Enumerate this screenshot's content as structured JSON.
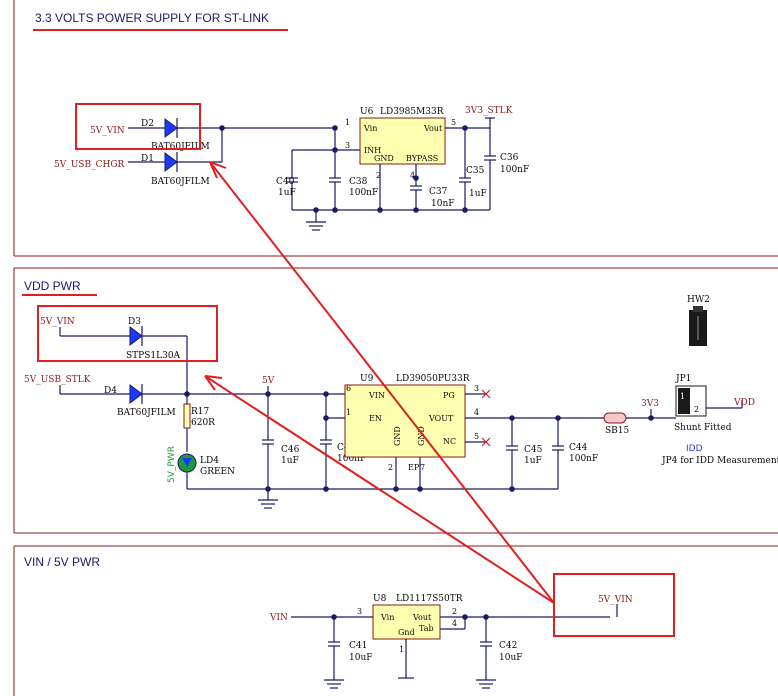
{
  "sections": {
    "stlink": {
      "title": "3.3 VOLTS POWER SUPPLY FOR ST-LINK"
    },
    "vdd": {
      "title": "VDD PWR"
    },
    "vin": {
      "title": "VIN / 5V PWR"
    }
  },
  "nets": {
    "5v_vin_top": "5V_VIN",
    "5v_usb_chgr": "5V_USB_CHGR",
    "3v3_stlk": "3V3_STLK",
    "5v_vin_mid": "5V_VIN",
    "5v_usb_stlk": "5V_USB_STLK",
    "5v": "5V",
    "3v3": "3V3",
    "vdd": "VDD",
    "vin": "VIN",
    "5v_vin_bot": "5V_VIN"
  },
  "components": {
    "d2": {
      "ref": "D2",
      "value": "BAT60JFILM"
    },
    "d1": {
      "ref": "D1",
      "value": "BAT60JFILM"
    },
    "u6": {
      "ref": "U6",
      "value": "LD3985M33R",
      "pins": {
        "vin": "Vin",
        "vout": "Vout",
        "inh": "INH",
        "gnd": "GND",
        "bypass": "BYPASS",
        "p1": "1",
        "p3": "3",
        "p5": "5",
        "p2": "2",
        "p4": "4"
      }
    },
    "c40": {
      "ref": "C40",
      "value": "1uF"
    },
    "c38": {
      "ref": "C38",
      "value": "100nF"
    },
    "c37": {
      "ref": "C37",
      "value": "10nF"
    },
    "c35": {
      "ref": "C35",
      "value": "1uF"
    },
    "c36": {
      "ref": "C36",
      "value": "100nF"
    },
    "d3": {
      "ref": "D3",
      "value": "STPS1L30A"
    },
    "d4": {
      "ref": "D4",
      "value": "BAT60JFILM"
    },
    "r17": {
      "ref": "R17",
      "value": "620R"
    },
    "ld4": {
      "ref": "LD4",
      "value": "GREEN",
      "side_label": "5V_PWR"
    },
    "c46": {
      "ref": "C46",
      "value": "1uF"
    },
    "c47": {
      "ref": "C47",
      "value": "100nF"
    },
    "u9": {
      "ref": "U9",
      "value": "LD39050PU33R",
      "pins": {
        "vin": "VIN",
        "en": "EN",
        "pg": "PG",
        "vout": "VOUT",
        "nc": "NC",
        "gnd1": "GND",
        "gnd2": "GND",
        "ep": "EP",
        "p6": "6",
        "p1": "1",
        "p3": "3",
        "p4": "4",
        "p5": "5",
        "p2": "2",
        "p7": "7"
      }
    },
    "c45": {
      "ref": "C45",
      "value": "1uF"
    },
    "c44": {
      "ref": "C44",
      "value": "100nF"
    },
    "sb15": {
      "ref": "SB15"
    },
    "jp1": {
      "ref": "JP1",
      "note": "Shunt Fitted",
      "p1": "1",
      "p2": "2"
    },
    "hw2": {
      "ref": "HW2"
    },
    "idd": {
      "label": "IDD",
      "desc": "JP4 for IDD Measurement"
    },
    "u8": {
      "ref": "U8",
      "value": "LD1117S50TR",
      "pins": {
        "vin": "Vin",
        "vout": "Vout",
        "gnd": "Gnd",
        "tab": "Tab",
        "p3": "3",
        "p2": "2",
        "p4": "4",
        "p1": "1"
      }
    },
    "c41": {
      "ref": "C41",
      "value": "10uF"
    },
    "c42": {
      "ref": "C42",
      "value": "10uF"
    }
  },
  "colors": {
    "wire": "#1a1a66",
    "frame": "#8b1a1a",
    "highlight": "#e02020",
    "diode": "#1a3bff",
    "part_fill": "#ffffb0"
  }
}
